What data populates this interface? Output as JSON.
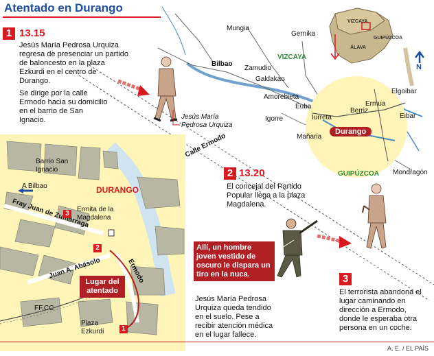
{
  "title": "Atentado en Durango",
  "credit": "A. E. / EL PAÍS",
  "steps": [
    {
      "num": "1",
      "time": "13.15",
      "text": "Jesús María Pedrosa Urquiza regresa de presenciar un partido de baloncesto en la plaza Ezkurdi en el centro de Durango.",
      "text2": "Se dirige por la calle Ermodo hacia su domicilio en el barrio de San Ignacio."
    },
    {
      "num": "2",
      "time": "13.20",
      "text": "El concejal del Partido Popular llega a la plaza Magdalena."
    },
    {
      "num": "3",
      "time": "",
      "text": "El terrorista abandona el lugar caminando en dirección a Ermodo, donde le esperaba otra persona en un coche."
    }
  ],
  "victim_label": "Jesús María Pedrosa Urquiza",
  "street_label": "Calle Ermodo",
  "shooter_callout": "Allí, un hombre joven vestido de oscuro le dispara un tiro en la nuca.",
  "outcome_text": "Jesús María Pedrosa Urquiza queda tendido en el suelo. Pese a recibir atención médica en el lugar fallece.",
  "regional_map": {
    "places": [
      "Mungia",
      "Gernika",
      "Bilbao",
      "Zamudio",
      "Galdakao",
      "Amorebieta",
      "Elgoibar",
      "Ermua",
      "Berriz",
      "Euba",
      "Iurreta",
      "Eibar",
      "Igorre",
      "Mañaria",
      "Mondragón"
    ],
    "regions": {
      "vizcaya": "VIZCAYA",
      "guipuzcoa": "GUIPÚZCOA"
    },
    "durango": "Durango",
    "north": "N",
    "inset": {
      "vizcaya": "VIZCAYA",
      "alava": "ÁLAVA",
      "guipuzcoa": "GUIPÚZCOA"
    }
  },
  "street_map": {
    "title": "DURANGO",
    "barrio": "Barrio San Ignacio",
    "to_bilbao": "A Bilbao",
    "streets": [
      "Fray Juan de Zumárraga",
      "Juan A. Abásolo",
      "Ermodo"
    ],
    "ermita": "Ermita de la Magdalena",
    "lugar": "Lugar del atentado",
    "plaza": "Plaza Ezkurdi",
    "ffcc": "FF.CC",
    "markers": [
      "1",
      "2",
      "3"
    ]
  },
  "colors": {
    "accent_red": "#d71920",
    "title_blue": "#1f4fa0",
    "map_yellow": "#fff5b8",
    "block_gray": "#b7b7a4",
    "river_blue": "#cfe3f0",
    "region_green": "#2e8b3a"
  }
}
